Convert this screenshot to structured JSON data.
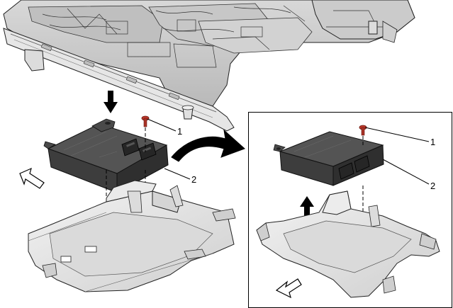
{
  "figure": {
    "callouts": [
      {
        "id": "main-1",
        "text": "1"
      },
      {
        "id": "main-2",
        "text": "2"
      },
      {
        "id": "detail-1",
        "text": "1"
      },
      {
        "id": "detail-2",
        "text": "2"
      }
    ],
    "arrows": {
      "install_direction": "down",
      "transfer_to_detail": "right",
      "remove_direction": "up",
      "front_indicator_main": "front-arrow-icon",
      "front_indicator_detail": "front-arrow-icon"
    },
    "colors": {
      "module": "#3d3d3d",
      "module_top": "#545454",
      "bracket": "#e2e2e2",
      "bolt": "#c0392b",
      "line": "#000000"
    }
  }
}
